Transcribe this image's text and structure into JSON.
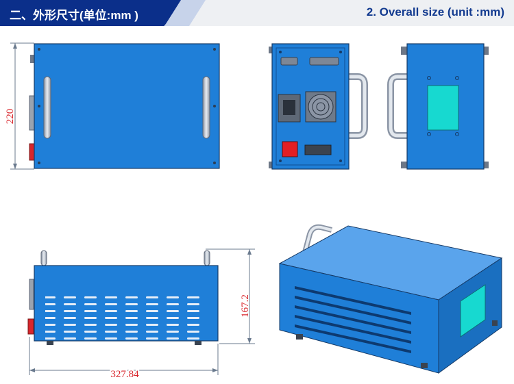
{
  "header": {
    "title_cn": "二、外形尺寸(单位:mm )",
    "title_en": "2. Overall size (unit :mm)"
  },
  "dimensions": {
    "height": "220",
    "side_height": "167.2",
    "length": "327.84"
  },
  "colors": {
    "header_bg": "#0b2f8a",
    "body_blue": "#1f7fd8",
    "dim_red": "#d8262c",
    "window_cyan": "#17d9d0"
  }
}
